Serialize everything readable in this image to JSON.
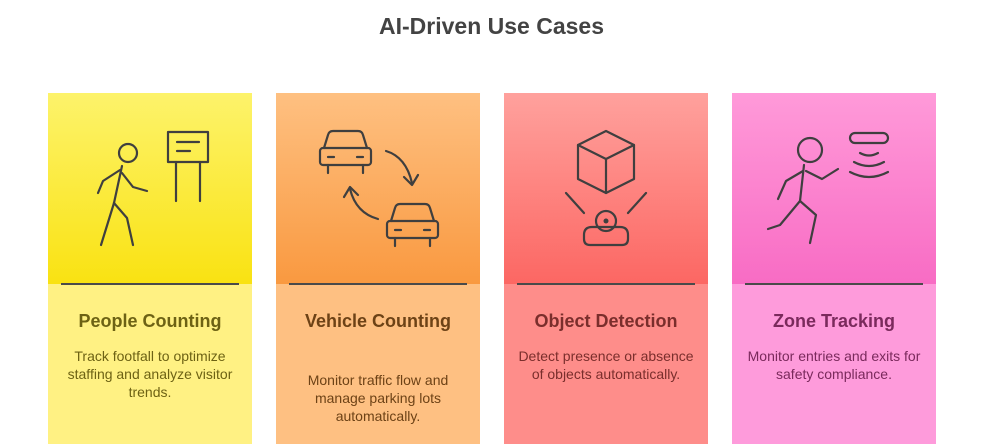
{
  "title": "AI-Driven Use Cases",
  "cards": [
    {
      "heading": "People Counting",
      "description": "Track footfall to optimize staffing and analyze visitor trends.",
      "icon": "person-walking-gate-icon",
      "colors": {
        "top": "#fbe93d",
        "bottom": "#fff183",
        "text": "#6d6214"
      }
    },
    {
      "heading": "Vehicle Counting",
      "description": "Monitor traffic flow and manage parking lots automatically.",
      "icon": "cars-cycle-icon",
      "colors": {
        "top": "#fbac5e",
        "bottom": "#fec082",
        "text": "#6d4216"
      }
    },
    {
      "heading": "Object Detection",
      "description": "Detect presence or absence of objects automatically.",
      "icon": "cube-scanner-icon",
      "colors": {
        "top": "#fd8480",
        "bottom": "#fe8d8a",
        "text": "#7a2e2c"
      }
    },
    {
      "heading": "Zone Tracking",
      "description": "Monitor entries and exits for safety compliance.",
      "icon": "person-sensor-icon",
      "colors": {
        "top": "#fb83ce",
        "bottom": "#fe9bdb",
        "text": "#7a2a5c"
      }
    }
  ]
}
